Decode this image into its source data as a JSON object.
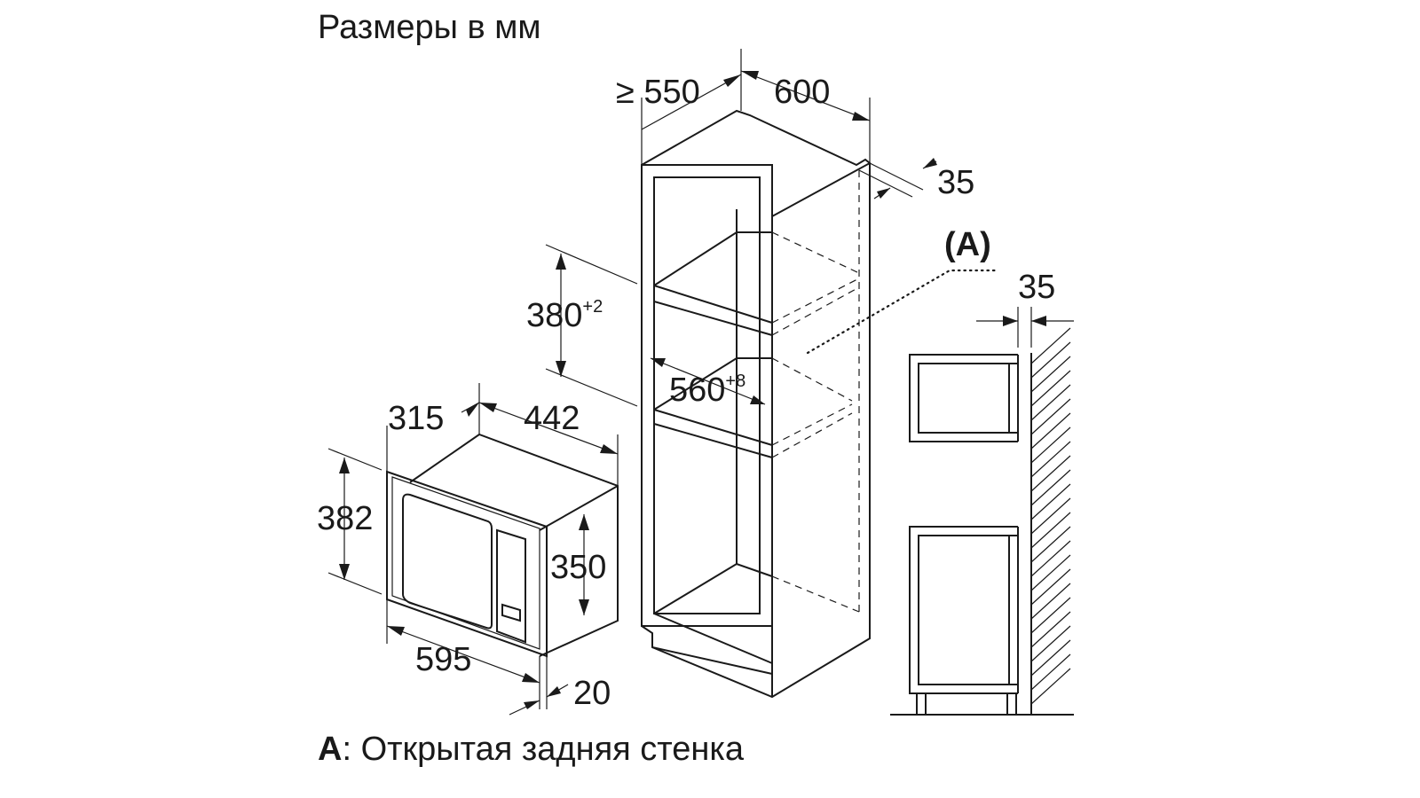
{
  "title": "Размеры в мм",
  "footnote": {
    "letter": "A",
    "text": ": Открытая задняя стенка"
  },
  "cabinet": {
    "depth_min": "≥ 550",
    "width": "600",
    "back_gap": "35",
    "niche_height": "380",
    "niche_height_tol": "+2",
    "niche_width": "560",
    "niche_width_tol": "+8",
    "marker": "A"
  },
  "appliance": {
    "frame_depth": "315",
    "body_width": "442",
    "frame_height": "382",
    "body_height": "350",
    "frame_width": "595",
    "frame_thickness": "20"
  },
  "side_view": {
    "wall_gap": "35"
  }
}
